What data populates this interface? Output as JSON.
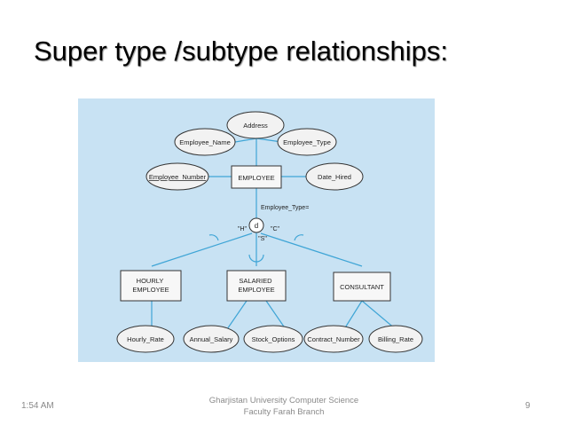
{
  "title": "Super type /subtype relationships:",
  "diagram": {
    "supertype": "EMPLOYEE",
    "subtypes": [
      "HOURLY\nEMPLOYEE",
      "SALARIED\nEMPLOYEE",
      "CONSULTANT"
    ],
    "supertype_attributes": [
      "Address",
      "Employee_Name",
      "Employee_Type",
      "Employee_Number",
      "Date_Hired"
    ],
    "subtype_attributes": [
      "Hourly_Rate",
      "Annual_Salary",
      "Stock_Options",
      "Contract_Number",
      "Billing_Rate"
    ],
    "discriminator": "Employee_Type=",
    "disjoint_symbol": "d",
    "discriminator_values": [
      "\"H\"",
      "\"S\"",
      "\"C\""
    ],
    "colors": {
      "background": "#c8e2f3",
      "line": "#3fa5d6",
      "stroke": "#333333"
    }
  },
  "footer": {
    "time": "1:54 AM",
    "center_line1": "Gharjistan University Computer Science",
    "center_line2": "Faculty Farah Branch",
    "page": "9"
  }
}
